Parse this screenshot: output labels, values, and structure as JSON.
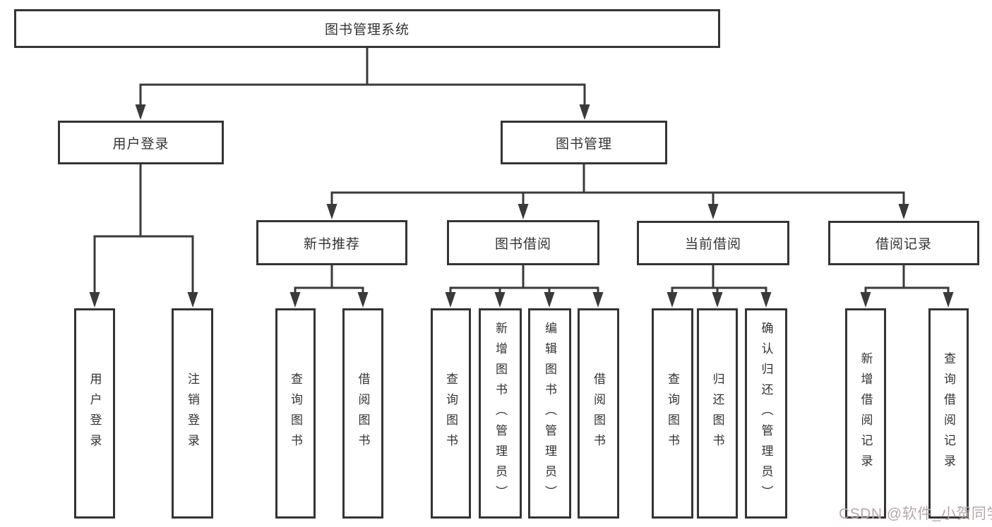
{
  "tree": {
    "root": {
      "label": "图书管理系统",
      "children": [
        {
          "label": "用户登录",
          "children": [
            {
              "label": "用户登录"
            },
            {
              "label": "注销登录"
            }
          ]
        },
        {
          "label": "图书管理",
          "children": [
            {
              "label": "新书推荐",
              "children": [
                {
                  "label": "查询图书"
                },
                {
                  "label": "借阅图书"
                }
              ]
            },
            {
              "label": "图书借阅",
              "children": [
                {
                  "label": "查询图书"
                },
                {
                  "label": "新增图书（管理员）"
                },
                {
                  "label": "编辑图书（管理员）"
                },
                {
                  "label": "借阅图书"
                }
              ]
            },
            {
              "label": "当前借阅",
              "children": [
                {
                  "label": "查询图书"
                },
                {
                  "label": "归还图书"
                },
                {
                  "label": "确认归还（管理员）"
                }
              ]
            },
            {
              "label": "借阅记录",
              "children": [
                {
                  "label": "新增借阅记录"
                },
                {
                  "label": "查询借阅记录"
                }
              ]
            }
          ]
        }
      ]
    }
  },
  "watermark": {
    "text": "CSDN @软件_小贺同学",
    "color": "#b7a8a8"
  },
  "style": {
    "line_color": "#3a3a3a",
    "box_border_color": "#343434",
    "background": "#ffffff"
  }
}
